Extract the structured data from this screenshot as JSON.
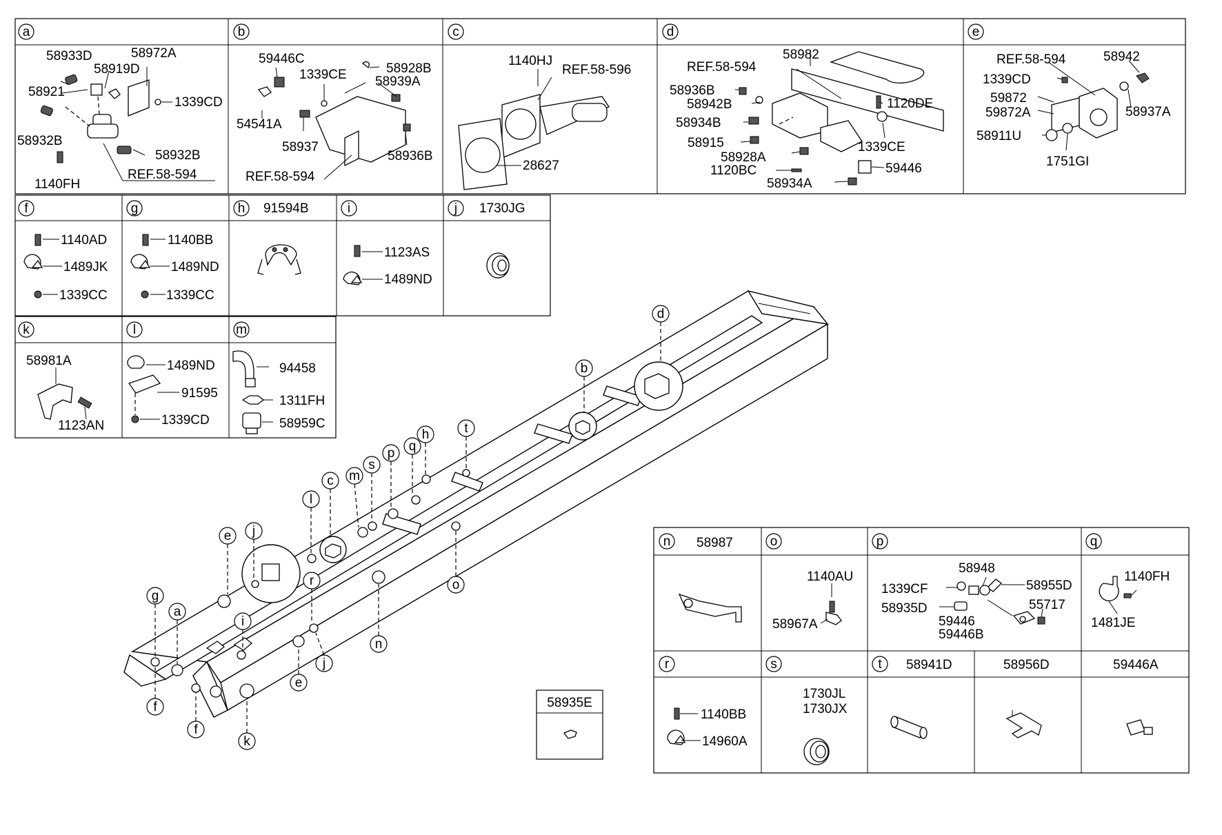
{
  "panels": {
    "a": {
      "letter": "a",
      "labels": [
        "58933D",
        "58972A",
        "58919D",
        "58921",
        "1339CD",
        "58932B",
        "58932B",
        "1140FH",
        "REF.58-594"
      ]
    },
    "b": {
      "letter": "b",
      "labels": [
        "59446C",
        "58928B",
        "1339CE",
        "58939A",
        "54541A",
        "58937",
        "58936B",
        "REF.58-594"
      ]
    },
    "c": {
      "letter": "c",
      "labels": [
        "1140HJ",
        "REF.58-596",
        "28627"
      ]
    },
    "d": {
      "letter": "d",
      "labels": [
        "58982",
        "REF.58-594",
        "58936B",
        "58942B",
        "1120DE",
        "58934B",
        "58915",
        "1339CE",
        "58928A",
        "1120BC",
        "59446",
        "58934A"
      ]
    },
    "e": {
      "letter": "e",
      "labels": [
        "REF.58-594",
        "58942",
        "1339CD",
        "59872",
        "58937A",
        "59872A",
        "58911U",
        "1751GI"
      ]
    },
    "f": {
      "letter": "f",
      "labels": [
        "1140AD",
        "1489JK",
        "1339CC"
      ]
    },
    "g": {
      "letter": "g",
      "labels": [
        "1140BB",
        "1489ND",
        "1339CC"
      ]
    },
    "h": {
      "letter": "h",
      "labels": [
        "91594B"
      ]
    },
    "i": {
      "letter": "i",
      "labels": [
        "1123AS",
        "1489ND"
      ]
    },
    "j": {
      "letter": "j",
      "labels": [
        "1730JG"
      ]
    },
    "k": {
      "letter": "k",
      "labels": [
        "58981A",
        "1123AN"
      ]
    },
    "l": {
      "letter": "l",
      "labels": [
        "1489ND",
        "91595",
        "1339CD"
      ]
    },
    "m": {
      "letter": "m",
      "labels": [
        "94458",
        "1311FH",
        "58959C"
      ]
    },
    "n": {
      "letter": "n",
      "labels": [
        "58987"
      ]
    },
    "o": {
      "letter": "o",
      "labels": [
        "1140AU",
        "58967A"
      ]
    },
    "p": {
      "letter": "p",
      "labels": [
        "58948",
        "1339CF",
        "58955D",
        "58935D",
        "55717",
        "59446",
        "59446B"
      ]
    },
    "q": {
      "letter": "q",
      "labels": [
        "1140FH",
        "1481JE"
      ]
    },
    "r": {
      "letter": "r",
      "labels": [
        "1140BB",
        "14960A"
      ]
    },
    "s": {
      "letter": "s",
      "labels": [
        "1730JL",
        "1730JX"
      ]
    },
    "t": {
      "letter": "t",
      "labels": [
        "58941D"
      ]
    },
    "u": {
      "letter": "",
      "labels": [
        "58956D"
      ]
    },
    "v": {
      "letter": "",
      "labels": [
        "59446A"
      ]
    }
  },
  "standalone": {
    "label": "58935E"
  },
  "callouts": [
    "d",
    "b",
    "t",
    "h",
    "q",
    "p",
    "s",
    "m",
    "c",
    "l",
    "e",
    "j",
    "o",
    "r",
    "g",
    "a",
    "i",
    "n",
    "e",
    "j",
    "f",
    "f",
    "k"
  ]
}
